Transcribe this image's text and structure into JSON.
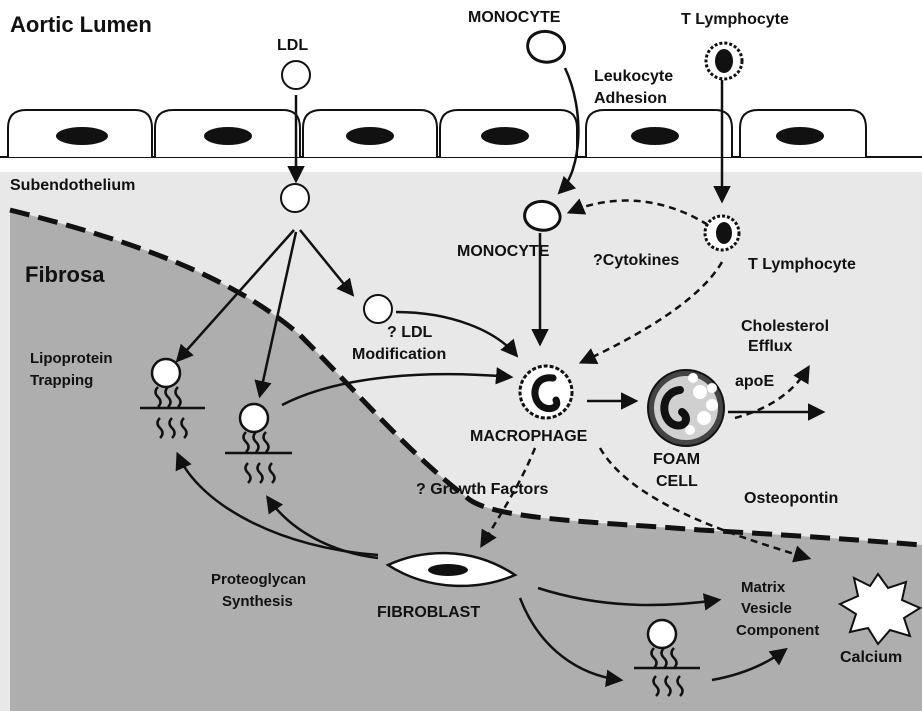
{
  "colors": {
    "lumen": "#ffffff",
    "subendothelium": "#e8e8e8",
    "fibrosa": "#aeaeae",
    "ink": "#111111"
  },
  "regions": {
    "lumen": "Aortic Lumen",
    "subendothelium": "Subendothelium",
    "fibrosa": "Fibrosa"
  },
  "cells": {
    "ldl": "LDL",
    "monocyte_lumen": "MONOCYTE",
    "t_lymphocyte_lumen": "T Lymphocyte",
    "monocyte_sub": "MONOCYTE",
    "t_lymphocyte_sub": "T Lymphocyte",
    "macrophage": "MACROPHAGE",
    "foam_cell_1": "FOAM",
    "foam_cell_2": "CELL",
    "fibroblast": "FIBROBLAST",
    "calcium": "Calcium"
  },
  "processes": {
    "leukocyte_adhesion_1": "Leukocyte",
    "leukocyte_adhesion_2": "Adhesion",
    "cytokines": "?Cytokines",
    "ldl_modification_1": "? LDL",
    "ldl_modification_2": "Modification",
    "lipoprotein_trapping_1": "Lipoprotein",
    "lipoprotein_trapping_2": "Trapping",
    "cholesterol_efflux_1": "Cholesterol",
    "cholesterol_efflux_2": "Efflux",
    "apoe": "apoE",
    "growth_factors": "? Growth Factors",
    "osteopontin": "Osteopontin",
    "proteoglycan_synthesis_1": "Proteoglycan",
    "proteoglycan_synthesis_2": "Synthesis",
    "matrix_vesicle_1": "Matrix",
    "matrix_vesicle_2": "Vesicle",
    "matrix_vesicle_3": "Component"
  }
}
